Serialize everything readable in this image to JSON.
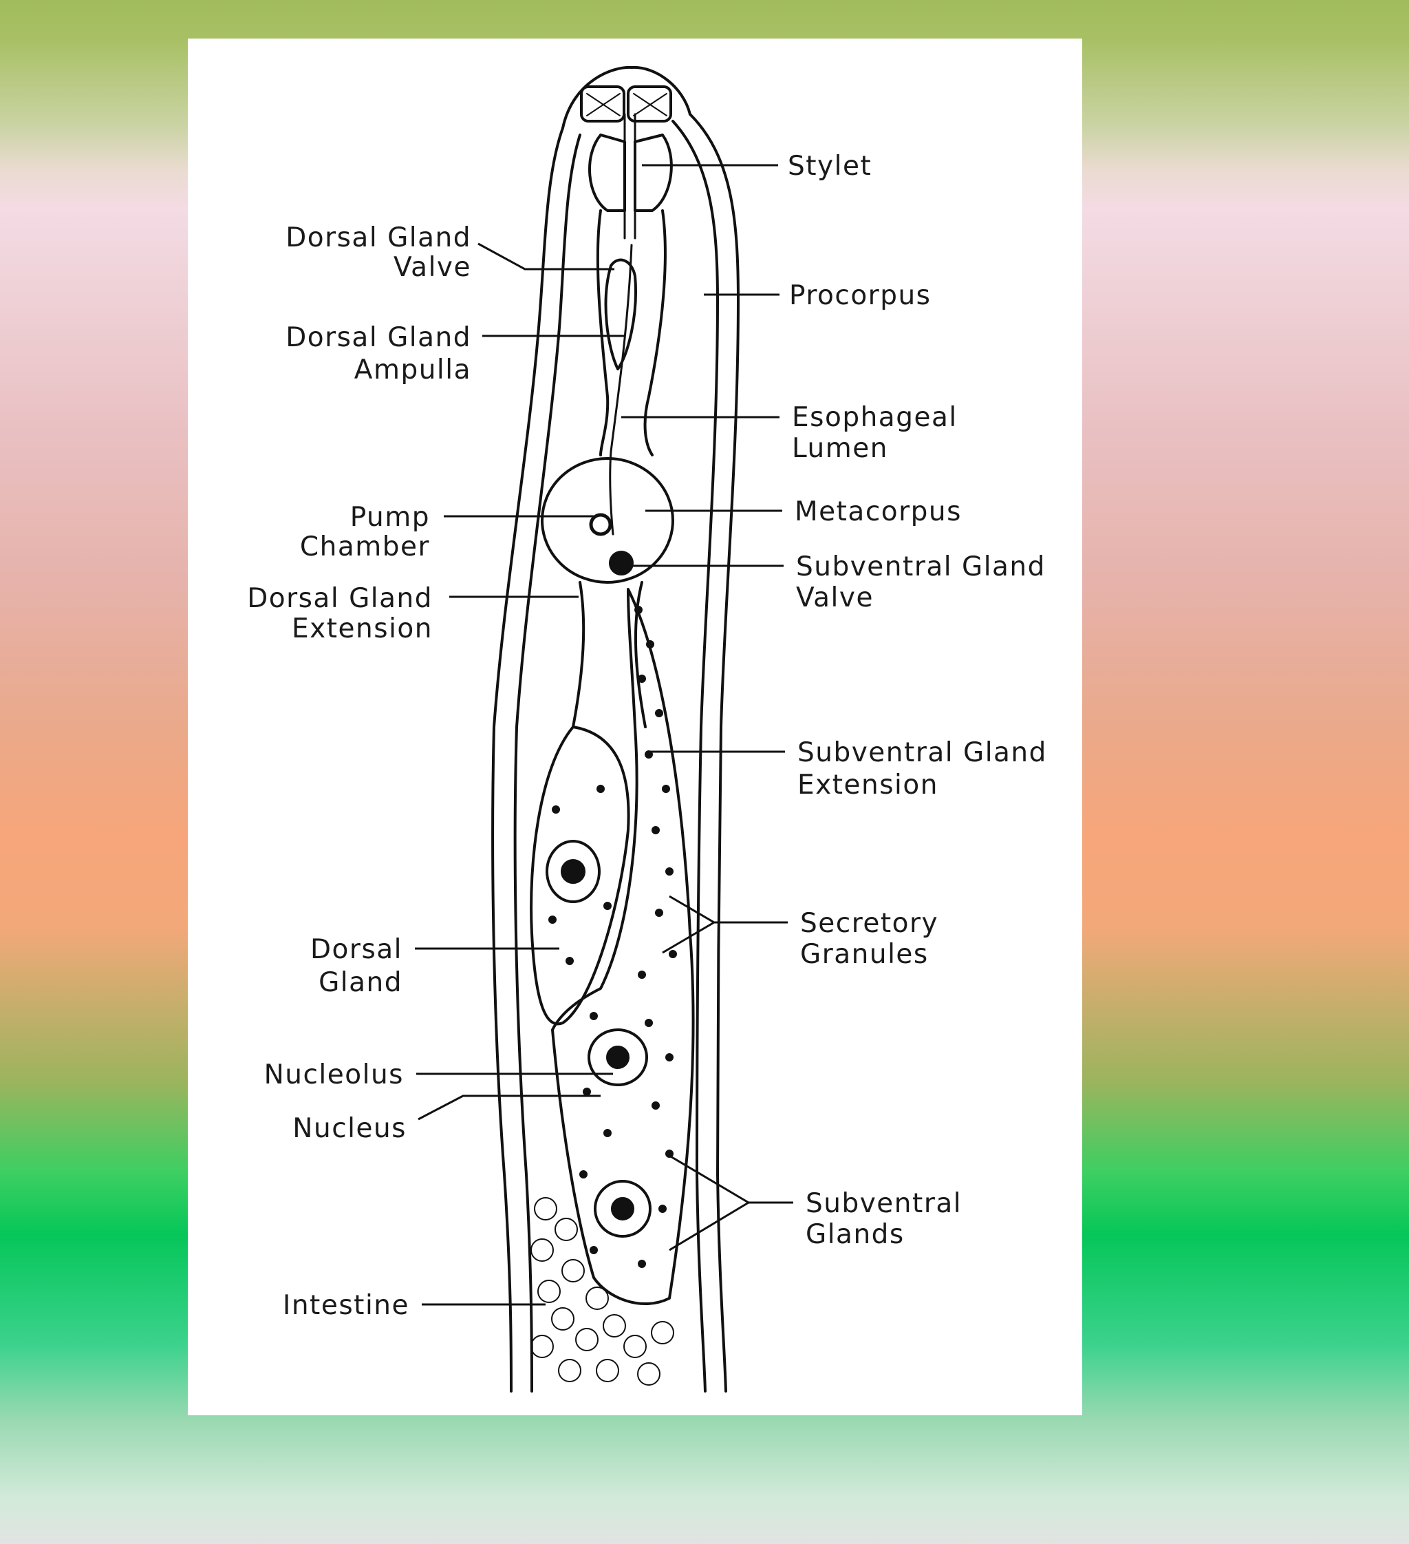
{
  "labels": {
    "stylet": "Stylet",
    "dorsal_gland_valve": [
      "Dorsal Gland",
      "Valve"
    ],
    "procorpus": "Procorpus",
    "dorsal_gland_ampulla": [
      "Dorsal Gland",
      "Ampulla"
    ],
    "esophageal_lumen": [
      "Esophageal",
      "Lumen"
    ],
    "pump_chamber": [
      "Pump",
      "Chamber"
    ],
    "metacorpus": "Metacorpus",
    "subventral_gland_valve": [
      "Subventral Gland",
      "Valve"
    ],
    "dorsal_gland_extension": [
      "Dorsal Gland",
      "Extension"
    ],
    "subventral_gland_extension": [
      "Subventral Gland",
      "Extension"
    ],
    "secretory_granules": [
      "Secretory",
      "Granules"
    ],
    "dorsal_gland": [
      "Dorsal",
      "Gland"
    ],
    "nucleolus": "Nucleolus",
    "nucleus": "Nucleus",
    "subventral_glands": [
      "Subventral",
      "Glands"
    ],
    "intestine": "Intestine"
  }
}
